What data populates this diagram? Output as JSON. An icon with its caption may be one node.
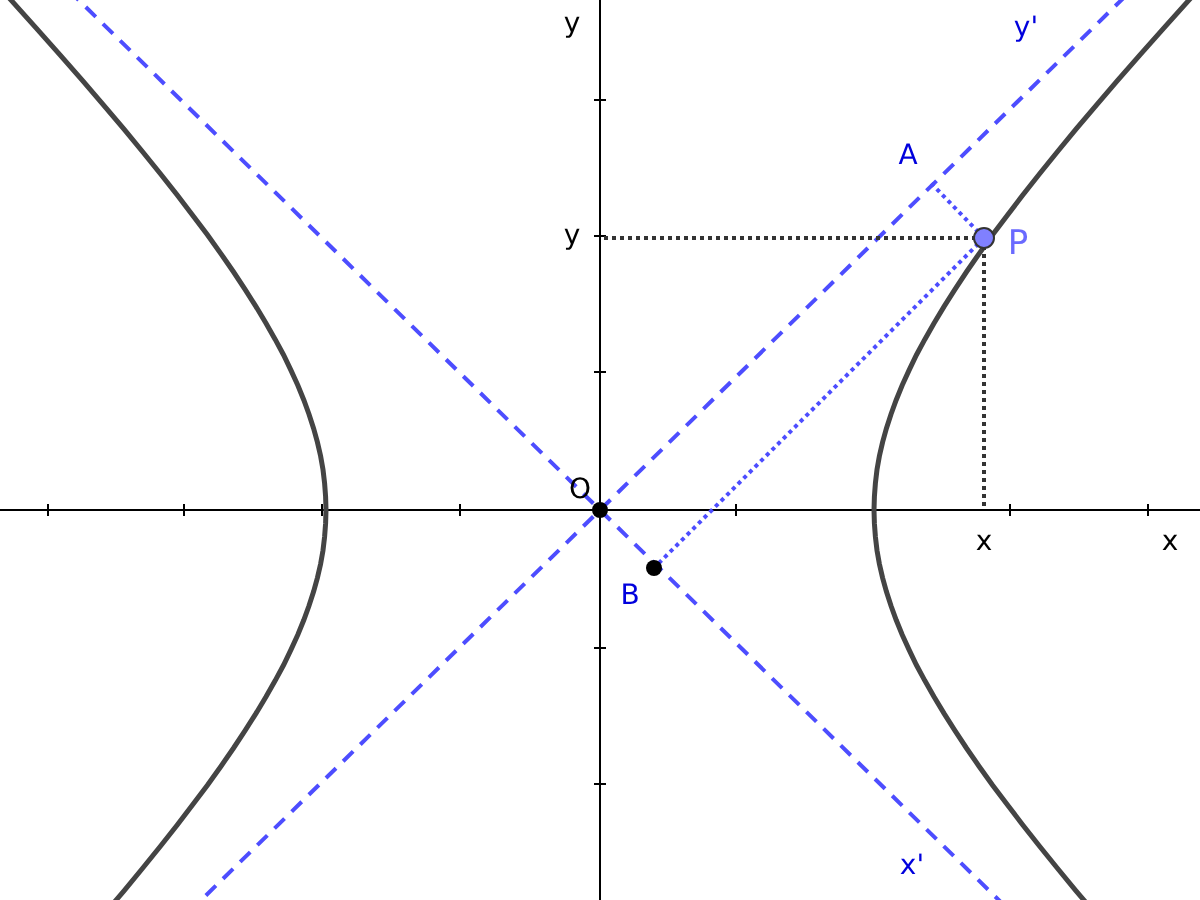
{
  "diagram": {
    "labels": [
      "y",
      "y'",
      "A",
      "y",
      "P",
      "O",
      "x",
      "x",
      "B",
      "x'"
    ]
  }
}
